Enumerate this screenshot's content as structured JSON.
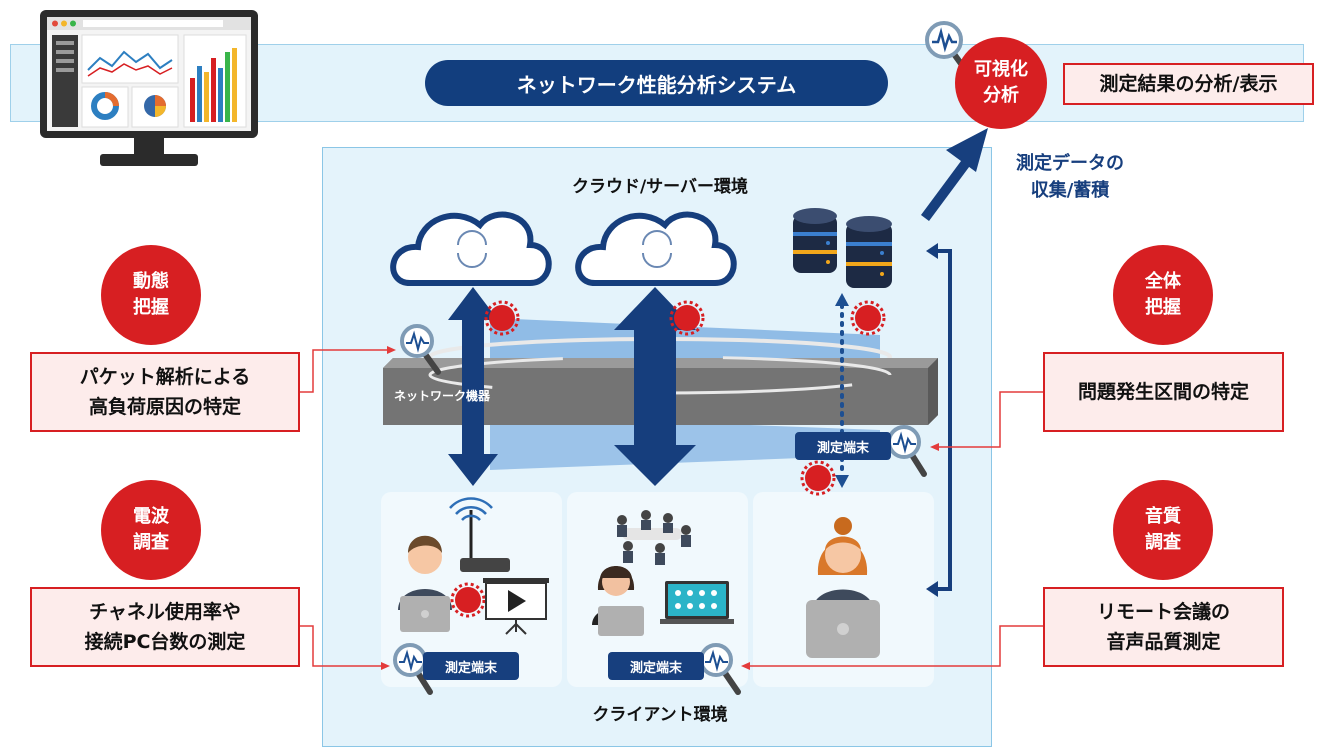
{
  "system_title": "ネットワーク性能分析システム",
  "visualize_badge": {
    "line1": "可視化",
    "line2": "分析"
  },
  "visualize_desc": "測定結果の分析/表示",
  "collect_label": {
    "line1": "測定データの",
    "line2": "収集/蓄積"
  },
  "cloud_server_label": "クラウド/サーバー環境",
  "network_device_label": "ネットワーク機器",
  "client_env_label": "クライアント環境",
  "terminal_labels": [
    "測定端末",
    "測定端末",
    "測定端末"
  ],
  "left_items": [
    {
      "badge1": "動態",
      "badge2": "把握",
      "desc1": "パケット解析による",
      "desc2": "高負荷原因の特定"
    },
    {
      "badge1": "電波",
      "badge2": "調査",
      "desc1": "チャネル使用率や",
      "desc2": "接続PC台数の測定"
    }
  ],
  "right_items": [
    {
      "badge1": "全体",
      "badge2": "把握",
      "desc1": "問題発生区間の特定"
    },
    {
      "badge1": "音質",
      "badge2": "調査",
      "desc1": "リモート会議の",
      "desc2": "音声品質測定"
    }
  ],
  "colors": {
    "accent_red": "#d71f22",
    "navy": "#173f7e",
    "light_blue": "#e4f3fb",
    "link_red": "#e33b3b"
  }
}
